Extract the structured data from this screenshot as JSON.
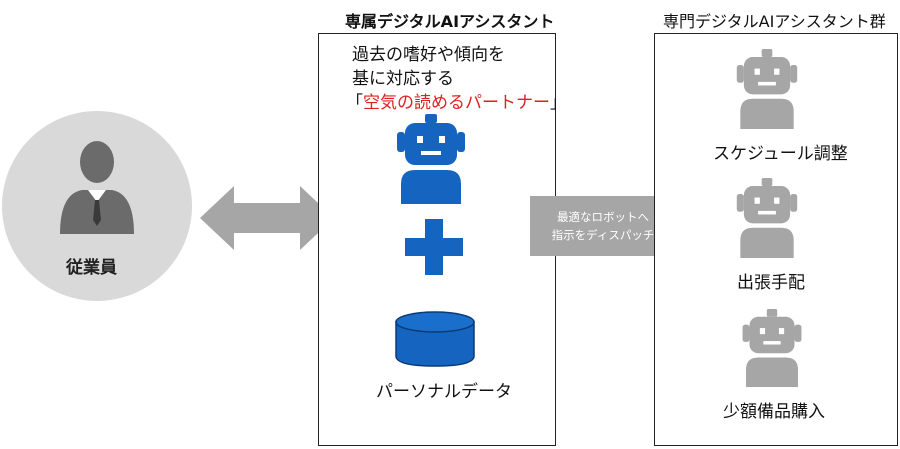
{
  "left": {
    "employee_label": "従業員"
  },
  "middle": {
    "title": "専属デジタルAIアシスタント",
    "desc_line1": "過去の嗜好や傾向を",
    "desc_line2": "基に対応する",
    "quote_open": "「",
    "highlight": "空気の読めるパートナー",
    "quote_close": "」",
    "data_label": "パーソナルデータ",
    "accent_color": "#1565c0",
    "highlight_color": "#e02020"
  },
  "dispatch": {
    "line1": "最適なロボットへ",
    "line2": "指示をディスパッチ"
  },
  "right": {
    "title": "専門デジタルAIアシスタント群",
    "items": [
      {
        "label": "スケジュール調整"
      },
      {
        "label": "出張手配"
      },
      {
        "label": "少額備品購入"
      }
    ],
    "robot_color": "#a6a6a6"
  }
}
